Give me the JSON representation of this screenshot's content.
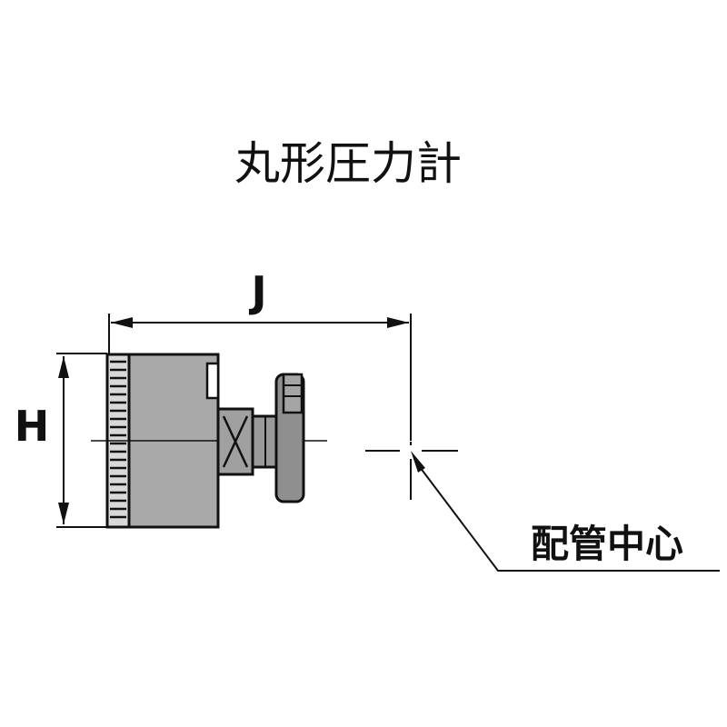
{
  "title": "丸形圧力計",
  "dimensions": {
    "width_label": "J",
    "height_label": "H"
  },
  "callout": {
    "label": "配管中心"
  },
  "colors": {
    "line": "#111111",
    "body_fill": "#a9a9a9",
    "fitting_fill": "#8f8f8f",
    "background": "#ffffff"
  }
}
